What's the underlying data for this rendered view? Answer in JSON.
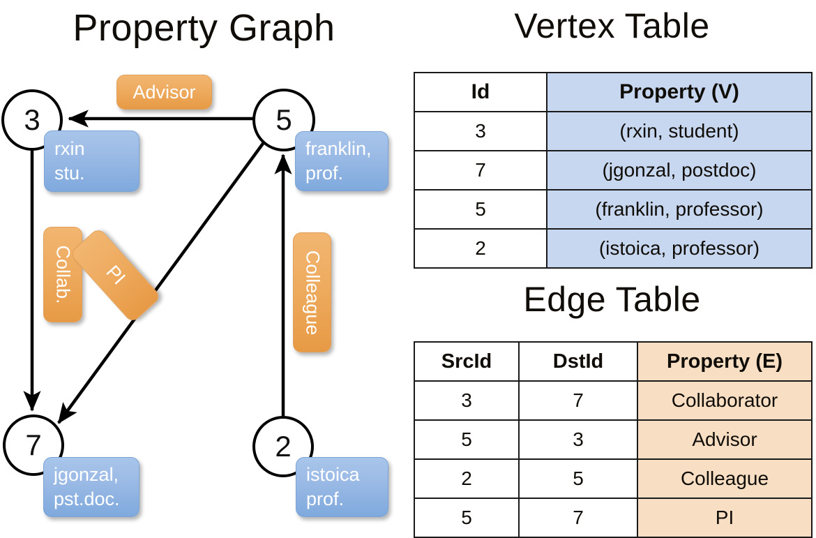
{
  "panels": {
    "graph_title": "Property Graph",
    "vertex_title": "Vertex Table",
    "edge_title": "Edge Table"
  },
  "graph": {
    "nodes": [
      {
        "id": "3",
        "label": "3",
        "property_line1": "rxin",
        "property_line2": "stu."
      },
      {
        "id": "5",
        "label": "5",
        "property_line1": "franklin,",
        "property_line2": "prof."
      },
      {
        "id": "7",
        "label": "7",
        "property_line1": "jgonzal,",
        "property_line2": "pst.doc."
      },
      {
        "id": "2",
        "label": "2",
        "property_line1": "istoica",
        "property_line2": "prof."
      }
    ],
    "edge_labels": [
      {
        "key": "advisor",
        "text": "Advisor"
      },
      {
        "key": "collab",
        "text": "Collab."
      },
      {
        "key": "pi",
        "text": "PI"
      },
      {
        "key": "colleague",
        "text": "Colleague"
      }
    ]
  },
  "vertex_table": {
    "headers": [
      "Id",
      "Property (V)"
    ],
    "rows": [
      {
        "id": "3",
        "property": "(rxin, student)"
      },
      {
        "id": "7",
        "property": "(jgonzal, postdoc)"
      },
      {
        "id": "5",
        "property": "(franklin, professor)"
      },
      {
        "id": "2",
        "property": "(istoica, professor)"
      }
    ]
  },
  "edge_table": {
    "headers": [
      "SrcId",
      "DstId",
      "Property (E)"
    ],
    "rows": [
      {
        "src": "3",
        "dst": "7",
        "property": "Collaborator"
      },
      {
        "src": "5",
        "dst": "3",
        "property": "Advisor"
      },
      {
        "src": "2",
        "dst": "5",
        "property": "Colleague"
      },
      {
        "src": "5",
        "dst": "7",
        "property": "PI"
      }
    ]
  },
  "colors": {
    "vertex_box": "#9dbce6",
    "edge_box": "#eeab5f",
    "vertex_cell": "#c7d7ef",
    "edge_cell": "#f8dfc4",
    "stroke": "#000000"
  }
}
